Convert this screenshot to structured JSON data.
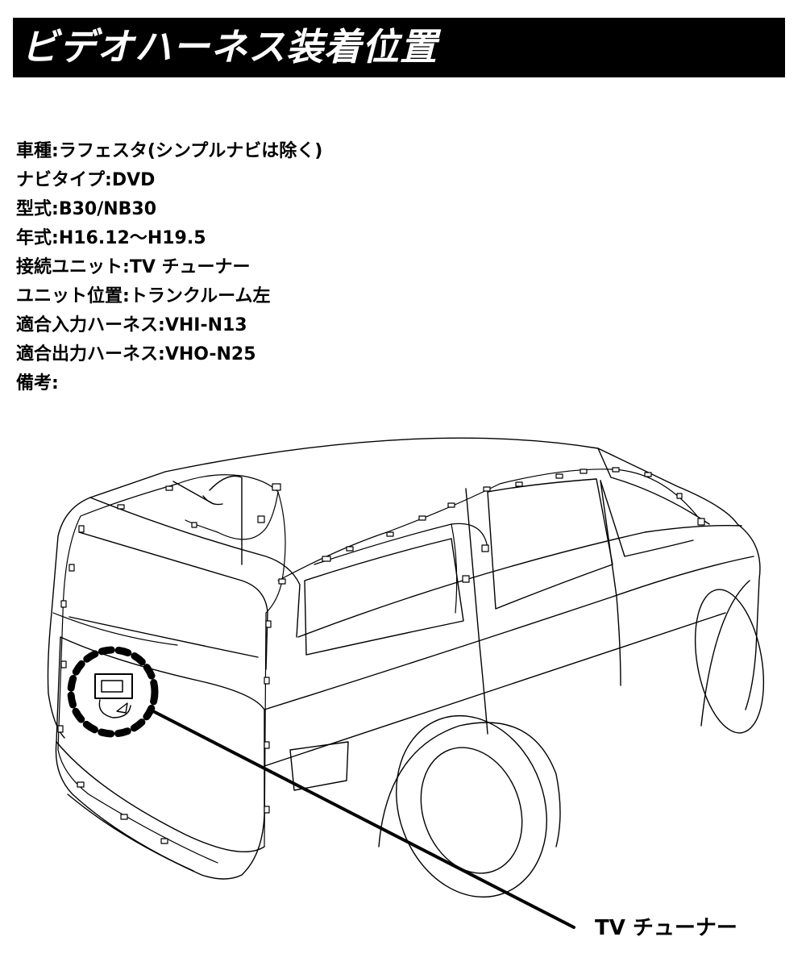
{
  "header": {
    "title": "ビデオハーネス装着位置"
  },
  "specs": [
    {
      "label": "車種",
      "value": "ラフェスタ(シンプルナビは除く)"
    },
    {
      "label": "ナビタイプ",
      "value": "DVD"
    },
    {
      "label": "型式",
      "value": "B30/NB30"
    },
    {
      "label": "年式",
      "value": "H16.12～H19.5"
    },
    {
      "label": "接続ユニット",
      "value": "TV チューナー"
    },
    {
      "label": "ユニット位置",
      "value": "トランクルーム左"
    },
    {
      "label": "適合入力ハーネス",
      "value": "VHI-N13"
    },
    {
      "label": "適合出力ハーネス",
      "value": "VHO-N25"
    },
    {
      "label": "備考",
      "value": ""
    }
  ],
  "separator": ":",
  "illustration": {
    "callout_label": "TV チューナー"
  },
  "colors": {
    "title_bar": "#000000",
    "title_text": "#ffffff",
    "ink": "#000000"
  }
}
